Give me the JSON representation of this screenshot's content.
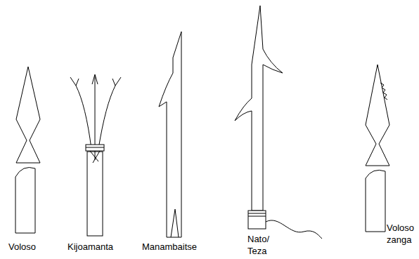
{
  "diagram": {
    "labels": [
      "Voloso",
      "Kijoamanta",
      "Manambaitse",
      "Nato/ Teza",
      "Voloso zanga"
    ]
  }
}
